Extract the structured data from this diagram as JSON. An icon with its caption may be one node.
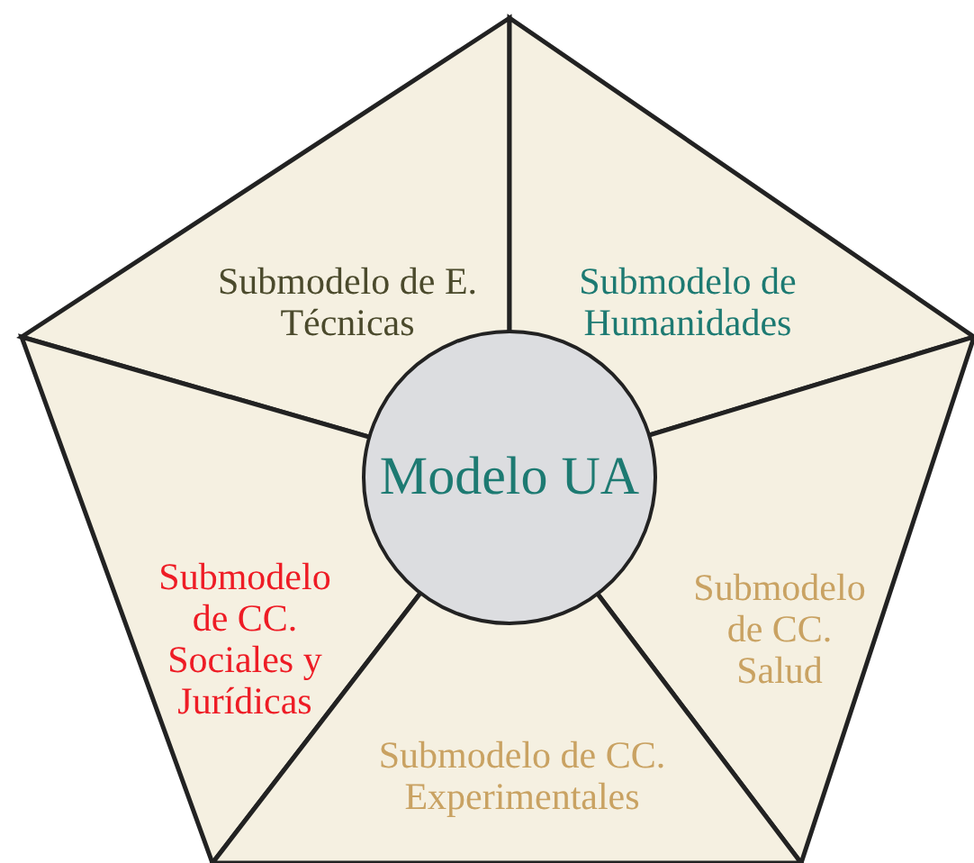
{
  "diagram": {
    "nodes": [
      {
        "text": [
          "Submodelo de E. Técnicas"
        ]
      },
      {
        "text": [
          "Submodelo de Humanidades"
        ]
      },
      {
        "text": [
          "Modelo UA"
        ]
      },
      {
        "text": [
          "Submodelo de CC. Sociales y Jurídicas"
        ]
      },
      {
        "text": [
          "Submodelo de CC. Salud"
        ]
      },
      {
        "text": [
          "Submodelo de CC. Experimentales"
        ]
      }
    ]
  }
}
